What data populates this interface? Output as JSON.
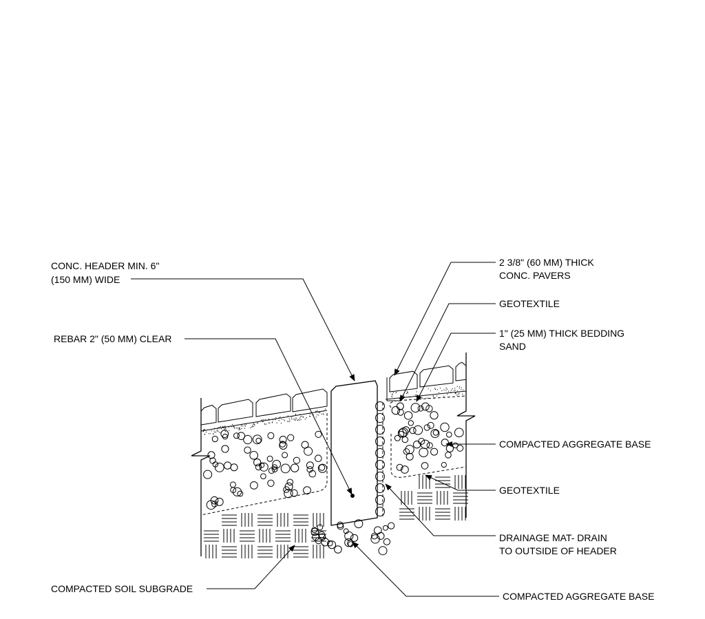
{
  "labels": {
    "header_line1": "CONC. HEADER MIN. 6\"",
    "header_line2": "(150 MM) WIDE",
    "rebar": "REBAR 2\" (50 MM) CLEAR",
    "pavers_line1": "2 3/8\" (60 MM) THICK",
    "pavers_line2": "CONC. PAVERS",
    "geotextile_top": "GEOTEXTILE",
    "sand_line1": "1\" (25 MM) THICK BEDDING",
    "sand_line2": "SAND",
    "aggregate_base_right": "COMPACTED AGGREGATE BASE",
    "geotextile_bottom": "GEOTEXTILE",
    "drain_line1": "DRAINAGE MAT- DRAIN",
    "drain_line2": "TO OUTSIDE OF HEADER",
    "soil_subgrade": "COMPACTED SOIL SUBGRADE",
    "aggregate_base_bottom": "COMPACTED AGGREGATE BASE"
  }
}
